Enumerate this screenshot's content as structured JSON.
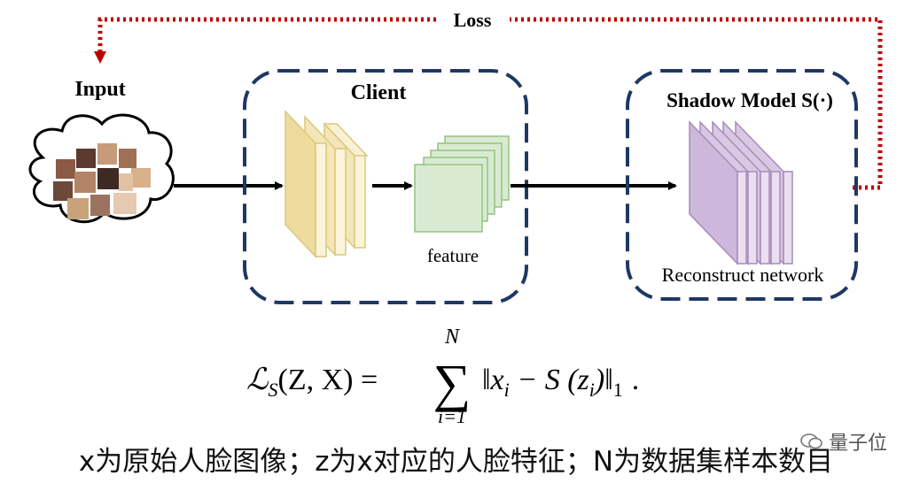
{
  "loss_label": "Loss",
  "input_label": "Input",
  "client": {
    "title": "Client",
    "feature_label": "feature"
  },
  "shadow": {
    "title": "Shadow Model  S(·)",
    "network_label": "Reconstruct network"
  },
  "formula": {
    "lhs": "ℒ",
    "lhs_sub": "S",
    "args": "(Z, X) =",
    "sum_top": "N",
    "sum_bottom": "i=1",
    "body_open": "‖x",
    "body_sub_i": "i",
    "body_mid": " − S (z",
    "body_close": ")‖",
    "norm_sub": "1",
    "end": "."
  },
  "caption": "x为原始人脸图像；z为x对应的人脸特征；N为数据集样本数目",
  "watermark": "量子位",
  "colors": {
    "loss_line": "#c00000",
    "dash_box": "#1f3864",
    "client_layers": "#f4e6b8",
    "client_layers_edge": "#d9c87a",
    "feature_maps": "#d9ead3",
    "feature_edge": "#93c47d",
    "shadow_layers": "#d9c8e4",
    "shadow_edge": "#a68bb8"
  }
}
